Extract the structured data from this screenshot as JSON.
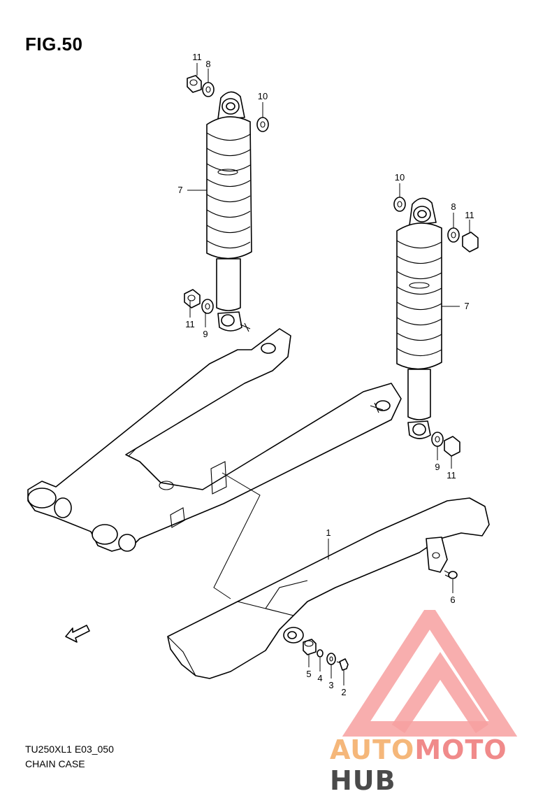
{
  "figure_title": "FIG.50",
  "model_code": "TU250XL1 E03_050",
  "section_name": "CHAIN CASE",
  "fwd_label": "FWD",
  "callouts": {
    "c1": "1",
    "c2": "2",
    "c3": "3",
    "c4": "4",
    "c5": "5",
    "c6": "6",
    "c7a": "7",
    "c7b": "7",
    "c8a": "8",
    "c8b": "8",
    "c9a": "9",
    "c9b": "9",
    "c10a": "10",
    "c10b": "10",
    "c11a": "11",
    "c11b": "11",
    "c11c": "11",
    "c11d": "11"
  },
  "watermark": {
    "part1": "AUTO",
    "part2": "MOTO",
    "part3": "HUB",
    "colors": {
      "auto": "#f5b77a",
      "moto": "#f08a8a",
      "hub": "#4a4a4a",
      "triangle": "#f7a0a0"
    }
  }
}
